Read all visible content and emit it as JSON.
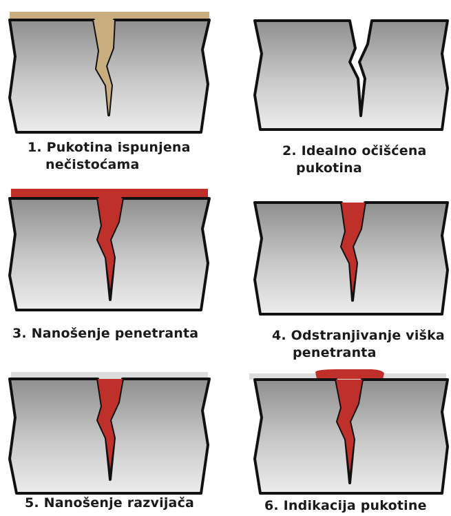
{
  "steps": [
    {
      "line1": "1. Pukotina ispunjena",
      "line2": "nečistoćama",
      "filler": "dirt"
    },
    {
      "line1": "2. Idealno očišćena",
      "line2": "pukotina",
      "filler": "none"
    },
    {
      "line1": "3. Nanošenje  penetranta",
      "line2": "",
      "filler": "penetrant-full"
    },
    {
      "line1": "4.  Odstranjivanje  viška",
      "line2": "penetranta",
      "filler": "penetrant-removed"
    },
    {
      "line1": "",
      "line2": "5. Nanošenje razvijača",
      "filler": "developer"
    },
    {
      "line1": "",
      "line2": "6. Indikacija pukotine",
      "filler": "indication"
    }
  ],
  "colors": {
    "metal_light": "#e9e9e9",
    "metal_dark": "#8f8f8f",
    "outline": "#111111",
    "penetrant": "#c0302a",
    "dirt": "#c8ad7f",
    "developer": "#dcdcdc"
  }
}
